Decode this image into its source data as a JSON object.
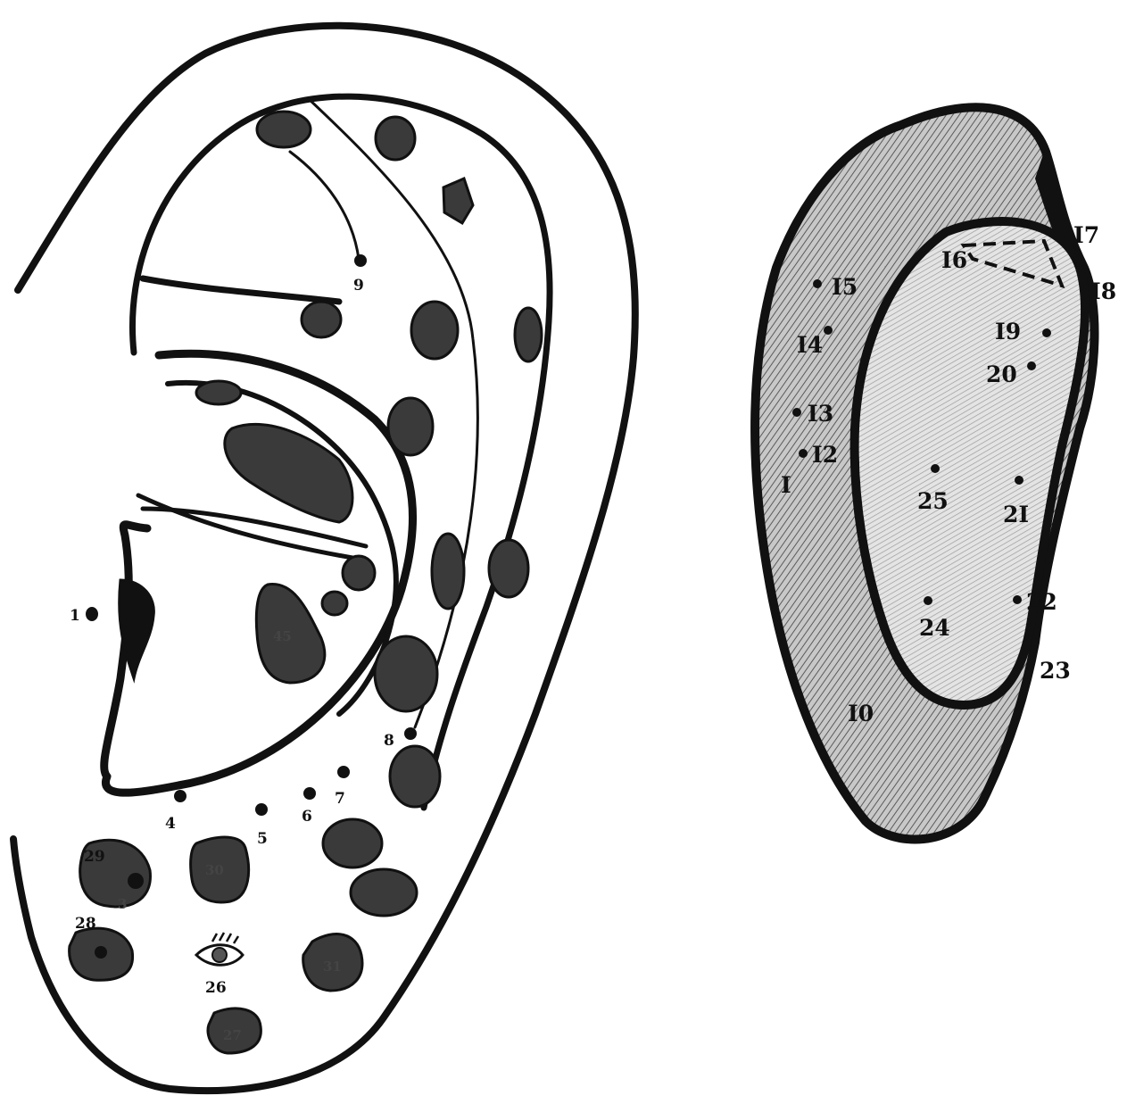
{
  "front_view": {
    "labels": {
      "p1": "1",
      "p4": "4",
      "p5": "5",
      "p6": "6",
      "p7": "7",
      "p8": "8",
      "p9": "9",
      "p26": "26",
      "p28": "28",
      "p29": "29",
      "p30": "30",
      "p3": "3",
      "p27": "27",
      "p31": "31",
      "p45": "45"
    }
  },
  "back_view": {
    "labels": {
      "p1": "I",
      "p10": "I0",
      "p12": "I2",
      "p13": "I3",
      "p14": "I4",
      "p15": "I5",
      "p16": "I6",
      "p17": "I7",
      "p18": "I8",
      "p19": "I9",
      "p20": "20",
      "p21": "2I",
      "p22": "22",
      "p23": "23",
      "p24": "24",
      "p25": "25"
    }
  },
  "colors": {
    "ink": "#111111",
    "spot": "#3a3a3a",
    "shade": "#9a9a9a"
  },
  "icons": {
    "eye": "eye-icon"
  }
}
